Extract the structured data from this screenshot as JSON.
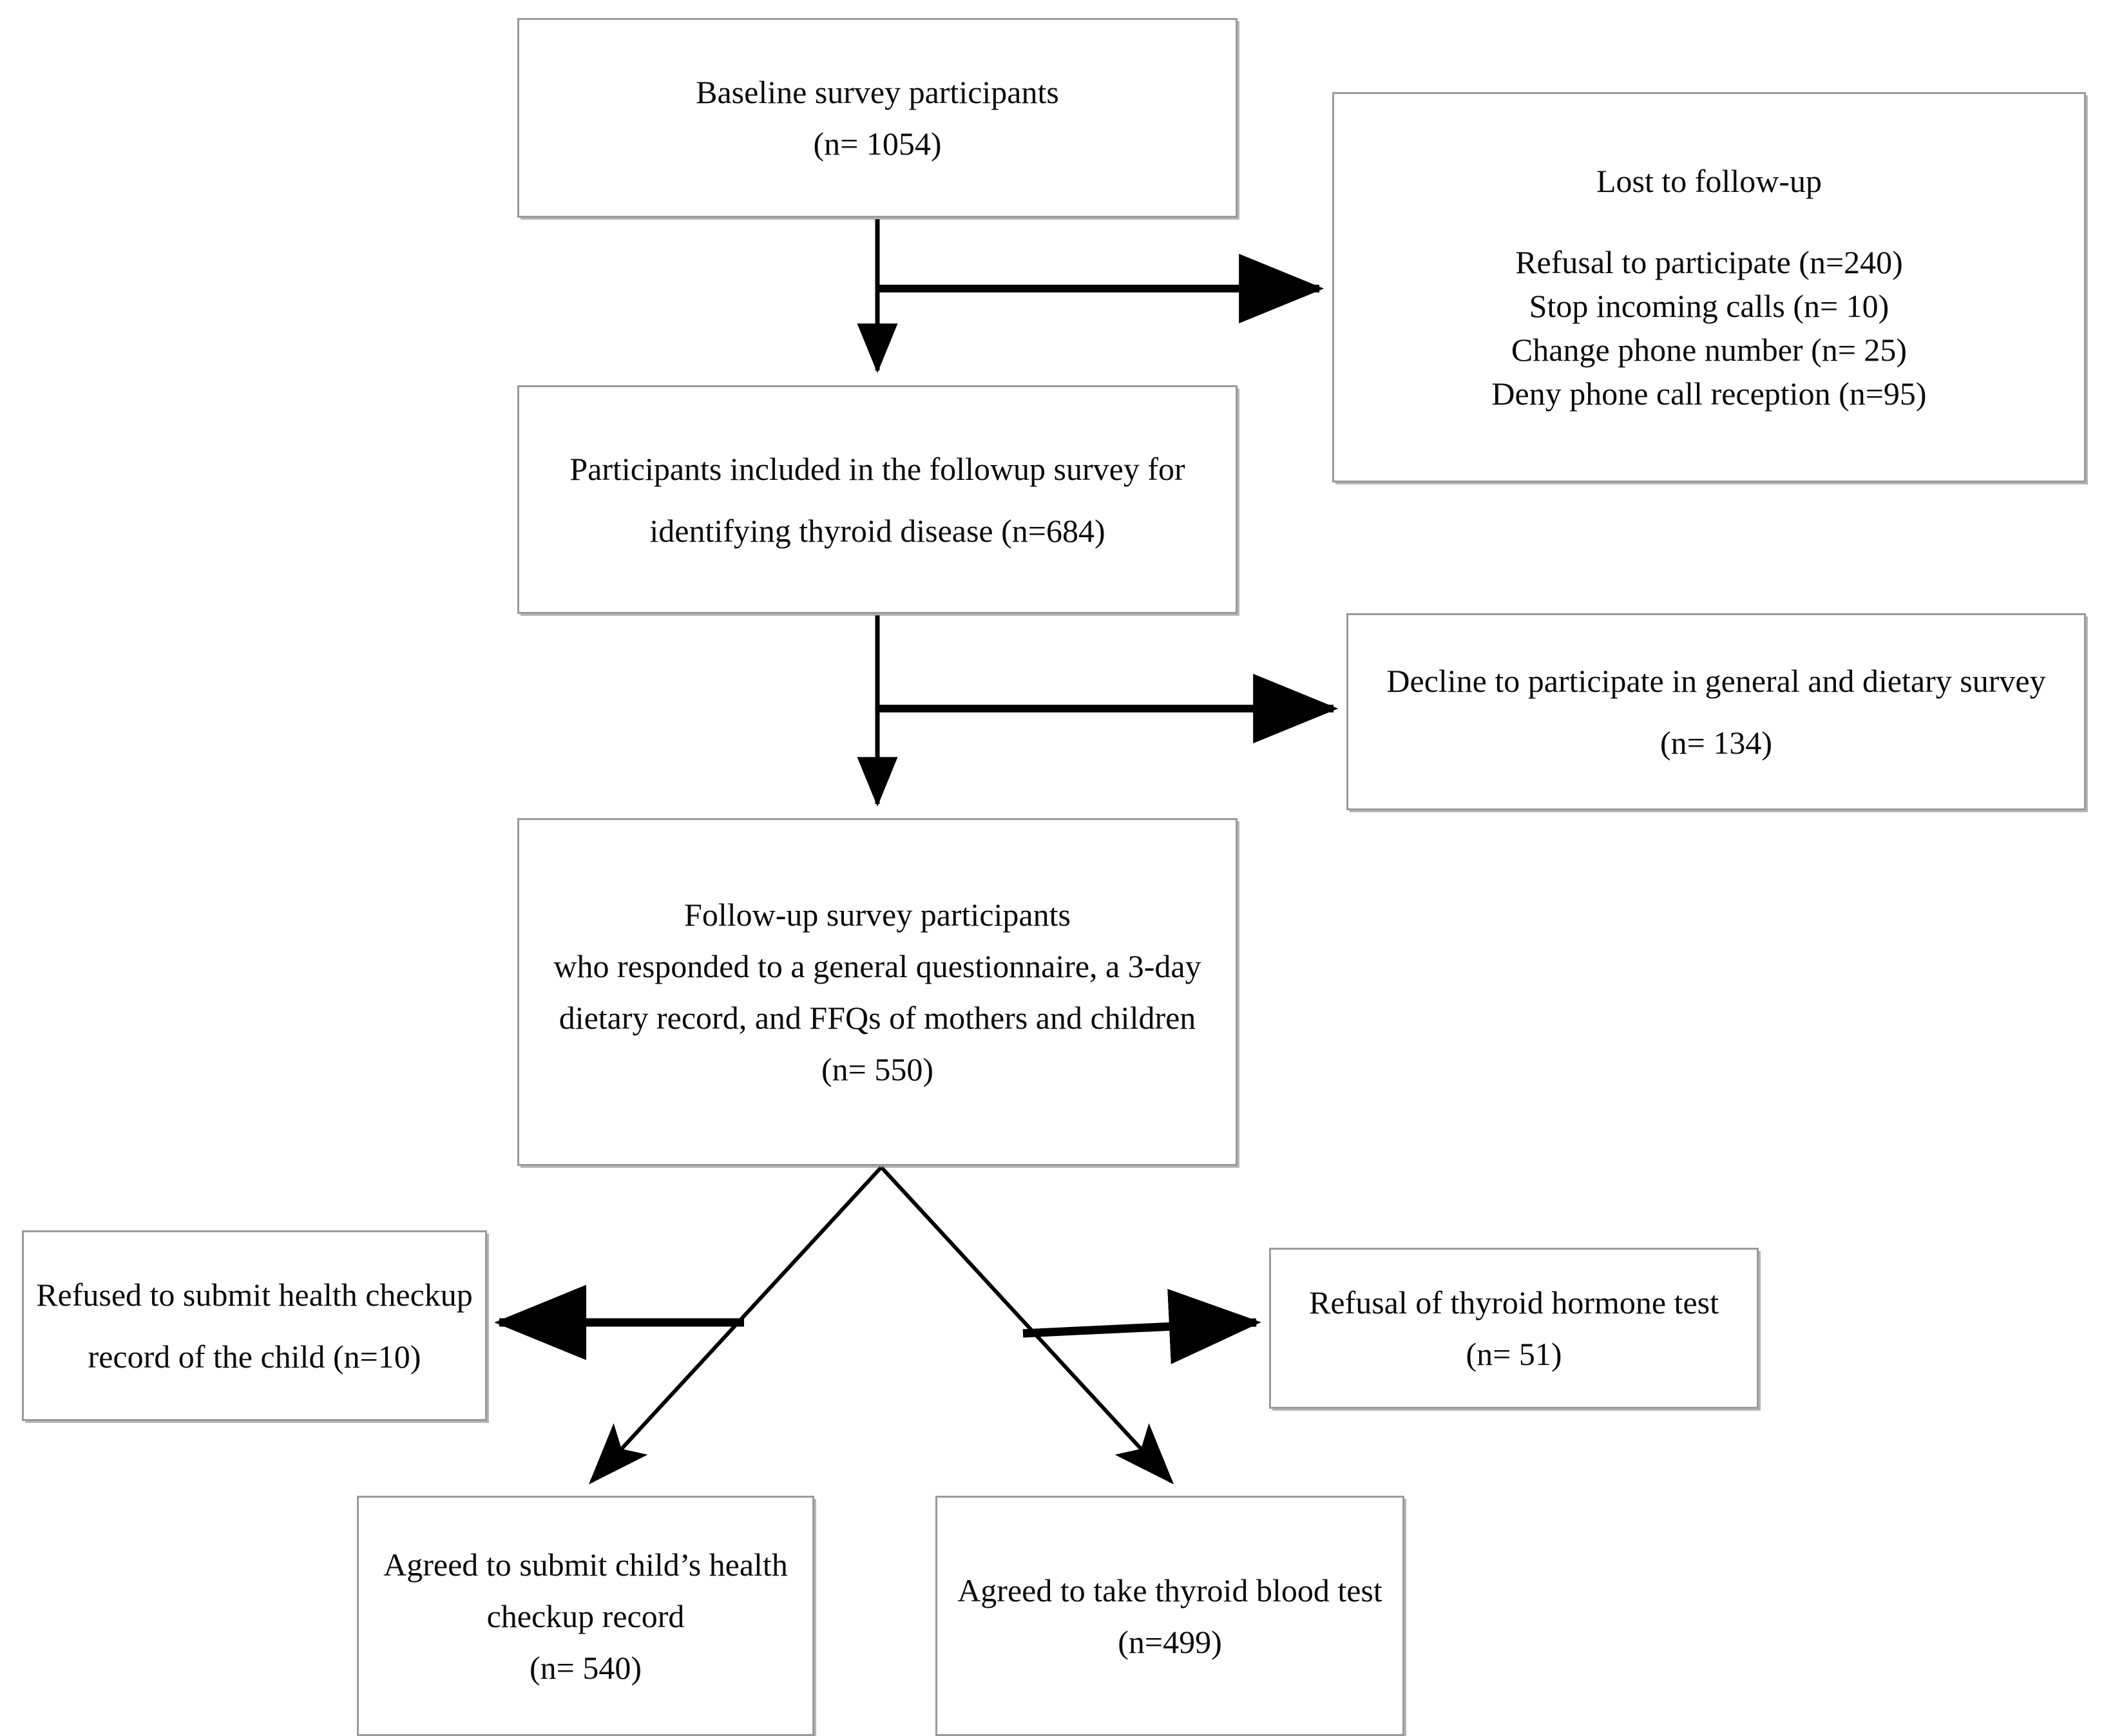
{
  "diagram": {
    "type": "participant-flow-chart",
    "accent_color": "#9a9a9a",
    "text_color": "#0b0b0b",
    "background": "#ffffff"
  },
  "nodes": {
    "baseline": {
      "name": "baseline-survey-participants",
      "line1": "Baseline survey participants",
      "line2": "(n= 1054)",
      "count": 1054
    },
    "lost_to_followup": {
      "name": "lost-to-follow-up",
      "title": "Lost to follow-up",
      "reasons": [
        "Refusal to participate (n=240)",
        "Stop incoming calls (n= 10)",
        "Change phone number (n= 25)",
        "Deny phone call reception (n=95)"
      ],
      "counts": [
        240,
        10,
        25,
        95
      ]
    },
    "included_followup": {
      "name": "participants-included-followup",
      "line1": "Participants included in the followup survey for",
      "line2": "identifying thyroid disease (n=684)",
      "count": 684
    },
    "decline_general_dietary": {
      "name": "decline-general-dietary-survey",
      "line1": "Decline to participate in general and dietary survey",
      "line2": "(n= 134)",
      "count": 134
    },
    "followup_participants": {
      "name": "follow-up-survey-participants",
      "line1": "Follow-up survey participants",
      "line2": "who responded to a general questionnaire, a 3-day",
      "line3": "dietary record, and FFQs of mothers and children",
      "line4": "(n= 550)",
      "count": 550
    },
    "refused_checkup": {
      "name": "refused-health-checkup-record",
      "line1": "Refused to submit health checkup",
      "line2": "record of the child (n=10)",
      "count": 10
    },
    "refusal_thyroid": {
      "name": "refusal-thyroid-hormone-test",
      "line1": "Refusal of thyroid hormone test",
      "line2": "(n= 51)",
      "count": 51
    },
    "agreed_checkup": {
      "name": "agreed-submit-child-health-checkup",
      "line1": "Agreed to submit child’s health",
      "line2": "checkup record",
      "line3": "(n= 540)",
      "count": 540
    },
    "agreed_blood": {
      "name": "agreed-thyroid-blood-test",
      "line1": "Agreed to take thyroid blood test",
      "line2": "(n=499)",
      "count": 499
    }
  },
  "connectors": [
    {
      "name": "baseline-to-included",
      "from": "baseline",
      "to": "included_followup",
      "style": "vertical-arrow"
    },
    {
      "name": "baseline-to-lost",
      "from": "baseline",
      "to": "lost_to_followup",
      "style": "horizontal-arrow-right"
    },
    {
      "name": "included-to-followup",
      "from": "included_followup",
      "to": "followup_participants",
      "style": "vertical-arrow"
    },
    {
      "name": "included-to-decline",
      "from": "included_followup",
      "to": "decline_general_dietary",
      "style": "horizontal-arrow-right"
    },
    {
      "name": "followup-to-agreed-checkup",
      "from": "followup_participants",
      "to": "agreed_checkup",
      "style": "diagonal-arrow-down-left"
    },
    {
      "name": "followup-to-agreed-blood",
      "from": "followup_participants",
      "to": "agreed_blood",
      "style": "diagonal-arrow-down-right"
    },
    {
      "name": "followup-to-refused-checkup",
      "from": "followup_participants",
      "to": "refused_checkup",
      "style": "horizontal-arrow-left"
    },
    {
      "name": "followup-to-refusal-thyroid",
      "from": "followup_participants",
      "to": "refusal_thyroid",
      "style": "horizontal-arrow-right"
    }
  ]
}
